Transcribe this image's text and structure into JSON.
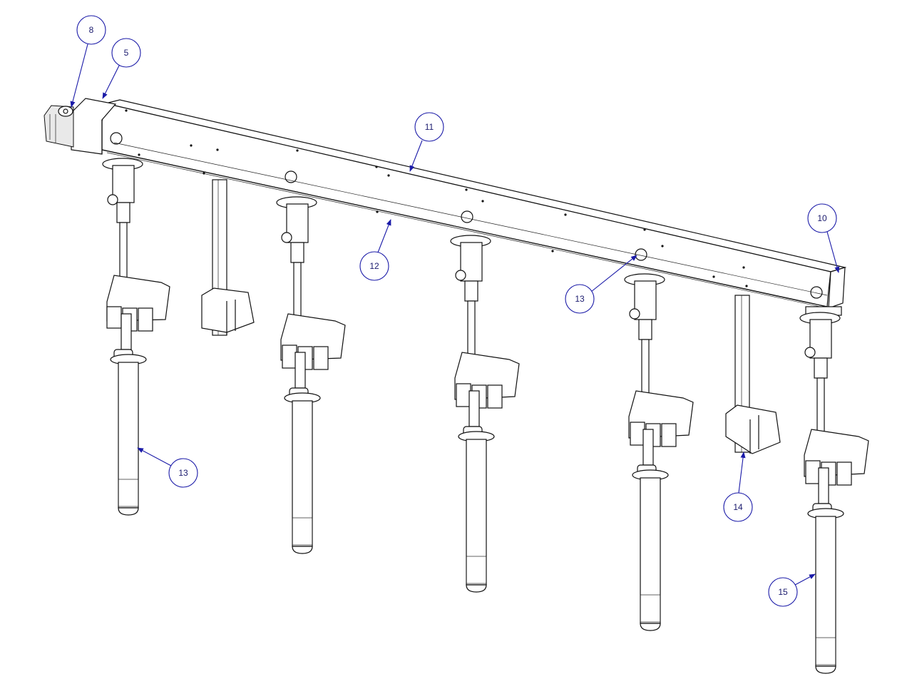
{
  "balloons": [
    {
      "id": "b8",
      "label": "8"
    },
    {
      "id": "b5",
      "label": "5"
    },
    {
      "id": "b11",
      "label": "11"
    },
    {
      "id": "b12",
      "label": "12"
    },
    {
      "id": "b10",
      "label": "10"
    },
    {
      "id": "b13a",
      "label": "13"
    },
    {
      "id": "b13b",
      "label": "13"
    },
    {
      "id": "b14",
      "label": "14"
    },
    {
      "id": "b15",
      "label": "15"
    }
  ],
  "colors": {
    "balloon_stroke": "#1a1aa8",
    "line": "#111111",
    "background": "#ffffff"
  }
}
